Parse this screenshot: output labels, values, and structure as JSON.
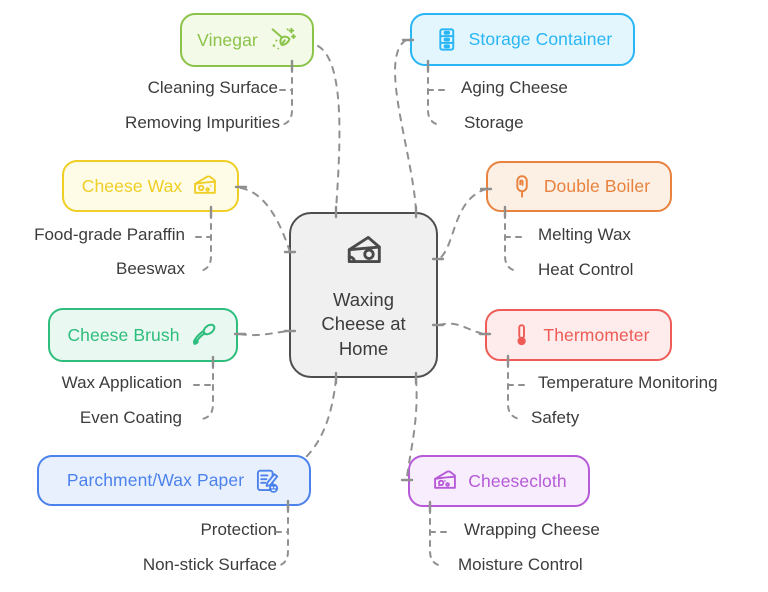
{
  "diagram": {
    "title": "Waxing Cheese at Home",
    "connector_color": "#909090",
    "leaf_text_color": "#3C3C3C",
    "center": {
      "label": "Waxing Cheese at Home",
      "icon": "cheese-wedge-icon",
      "bg": "#F0F0F0",
      "border": "#4E4E4E"
    },
    "branches": [
      {
        "label": "Vinegar",
        "icon": "broom-sparkles-icon",
        "side": "left",
        "color": "#8BC34A",
        "bg": "#F4FAE8",
        "children": [
          "Cleaning Surface",
          "Removing Impurities"
        ]
      },
      {
        "label": "Storage Container",
        "icon": "storage-cabinet-icon",
        "side": "right",
        "color": "#29B6F6",
        "bg": "#E3F6FD",
        "children": [
          "Aging Cheese",
          "Storage"
        ]
      },
      {
        "label": "Cheese Wax",
        "icon": "cheese-wedge-icon",
        "side": "left",
        "color": "#EFCF26",
        "bg": "#FEFBE7",
        "children": [
          "Food-grade Paraffin",
          "Beeswax"
        ]
      },
      {
        "label": "Double Boiler",
        "icon": "popsicle-icon",
        "side": "right",
        "color": "#E8823E",
        "bg": "#FCF0E5",
        "children": [
          "Melting Wax",
          "Heat Control"
        ]
      },
      {
        "label": "Cheese Brush",
        "icon": "paint-brush-icon",
        "side": "left",
        "color": "#2EBD7C",
        "bg": "#E9F9F1",
        "children": [
          "Wax Application",
          "Even Coating"
        ]
      },
      {
        "label": "Thermometer",
        "icon": "thermometer-icon",
        "side": "right",
        "color": "#EF5B57",
        "bg": "#FDECEB",
        "children": [
          "Temperature Monitoring",
          "Safety"
        ]
      },
      {
        "label": "Parchment/Wax Paper",
        "icon": "document-pencil-badge-icon",
        "side": "left",
        "color": "#4C82EC",
        "bg": "#E9F0FD",
        "children": [
          "Protection",
          "Non-stick Surface"
        ]
      },
      {
        "label": "Cheesecloth",
        "icon": "cheese-wedge-icon",
        "side": "right",
        "color": "#B65AD8",
        "bg": "#F8EDFC",
        "children": [
          "Wrapping Cheese",
          "Moisture Control"
        ]
      }
    ]
  }
}
